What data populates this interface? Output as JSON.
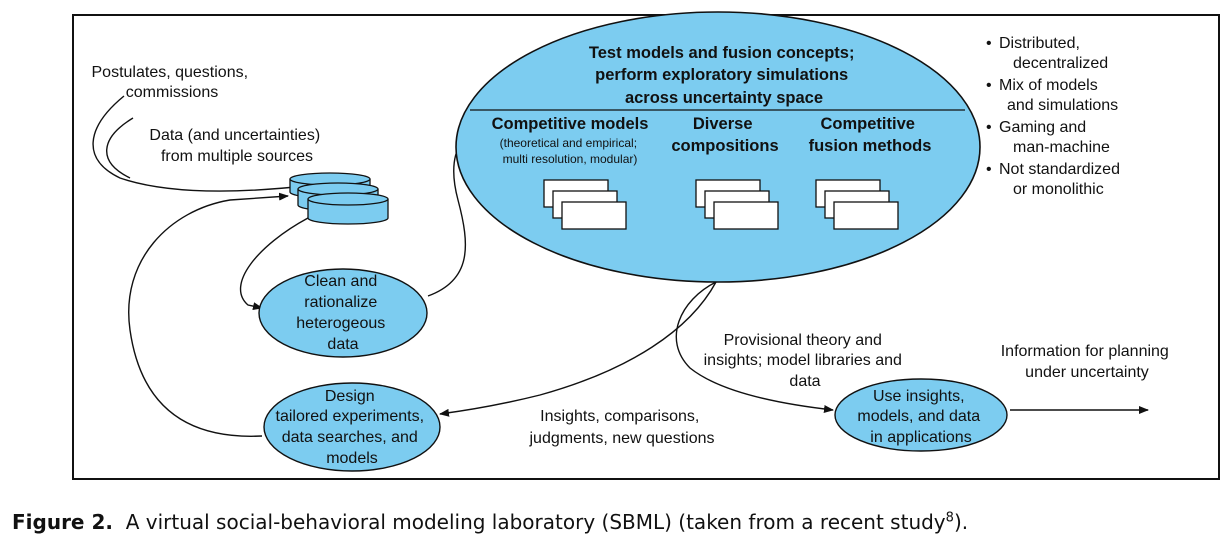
{
  "main_ellipse": {
    "title_lines": [
      "Test models and fusion concepts;",
      "perform exploratory simulations",
      "across uncertainty space"
    ],
    "col1_title": "Competitive models",
    "col1_sub": [
      "(theoretical and empirical;",
      "multi resolution, modular)"
    ],
    "col2_title": [
      "Diverse",
      "compositions"
    ],
    "col3_title": [
      "Competitive",
      "fusion methods"
    ]
  },
  "bullets": [
    [
      "Distributed,",
      "decentralized"
    ],
    [
      "Mix of models",
      "and simulations"
    ],
    [
      "Gaming and",
      "man-machine"
    ],
    [
      "Not standardized",
      "or monolithic"
    ]
  ],
  "postulates": [
    "Postulates, questions,",
    "commissions"
  ],
  "data_sources": [
    "Data (and uncertainties)",
    "from multiple sources"
  ],
  "clean": [
    "Clean and",
    "rationalize",
    "heterogeous",
    "data"
  ],
  "design": [
    "Design",
    "tailored experiments,",
    "data searches, and",
    "models"
  ],
  "insights_comparisons": [
    "Insights, comparisons,",
    "judgments, new questions"
  ],
  "provisional": [
    "Provisional theory and",
    "insights; model libraries and",
    "data"
  ],
  "use_insights": [
    "Use insights,",
    "models, and data",
    "in applications"
  ],
  "information": [
    "Information for planning",
    "under uncertainty"
  ],
  "caption": {
    "label": "Figure 2.",
    "text": "A virtual social-behavioral modeling laboratory (SBML) (taken from a recent study",
    "ref": "8",
    "tail": ")."
  },
  "colors": {
    "fill": "#7cccf0",
    "stroke": "#111111"
  }
}
